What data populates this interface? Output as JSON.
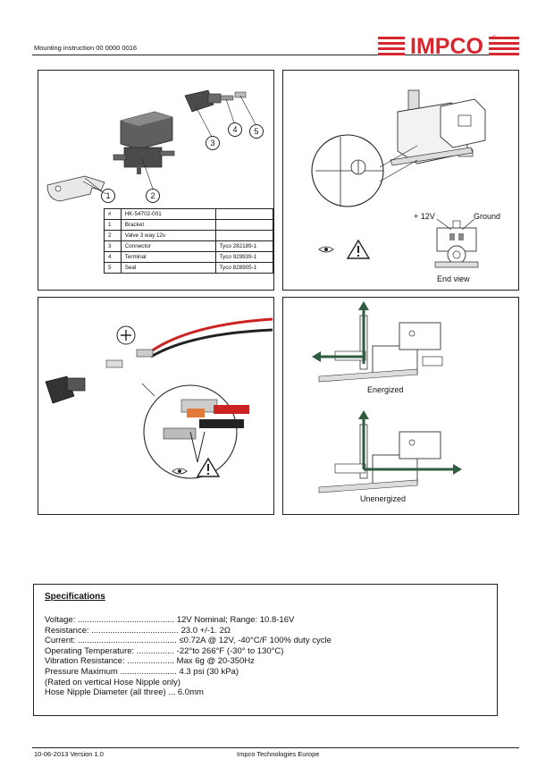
{
  "header": {
    "doc_title": "Mounting instruction 00 0000 0016",
    "logo_text": "IMPCO",
    "logo_mark": "®",
    "brand_red": "#d7262d"
  },
  "panel1": {
    "callouts": [
      "1",
      "2",
      "3",
      "4",
      "5"
    ],
    "parts_table": {
      "header": [
        "#",
        "HK-54702-001",
        ""
      ],
      "rows": [
        [
          "1",
          "Bracket",
          ""
        ],
        [
          "2",
          "Valve 3 way 12v",
          ""
        ],
        [
          "3",
          "Connector",
          "Tyco 282189-1"
        ],
        [
          "4",
          "Terminal",
          "Tyco 929939-1"
        ],
        [
          "5",
          "Seal",
          "Tyco 828905-1"
        ]
      ]
    }
  },
  "panel2": {
    "plus_label": "+ 12V",
    "ground_label": "Ground",
    "end_view_label": "End view",
    "icons": [
      "eye-icon",
      "warning-icon"
    ]
  },
  "panel3": {
    "icons": [
      "crimp-tool-icon",
      "eye-icon",
      "warning-icon"
    ]
  },
  "panel4": {
    "energized_label": "Energized",
    "unenergized_label": "Unenergized"
  },
  "specifications": {
    "title": "Specifications",
    "lines": [
      "Voltage: ......................................... 12V Nominal; Range: 10.8-16V",
      "Resistance: ..................................... 23.0 +/-1. 2Ω",
      "Current: .......................................... ≤0.72A @ 12V, -40°C/F 100% duty cycle",
      "Operating Temperature: ................ -22°to 266°F (-30° to 130°C)",
      "Vibration Resistance: .................... Max 6g @ 20-350Hz",
      "Pressure Maximum ........................ 4.3 psi (30 kPa)",
      "(Rated on vertical Hose Nipple only)",
      "Hose Nipple Diameter (all three) ... 6.0mm"
    ]
  },
  "footer": {
    "date_version": "10-06-2013 Version 1.0",
    "company": "Impco Technologies Europe"
  }
}
